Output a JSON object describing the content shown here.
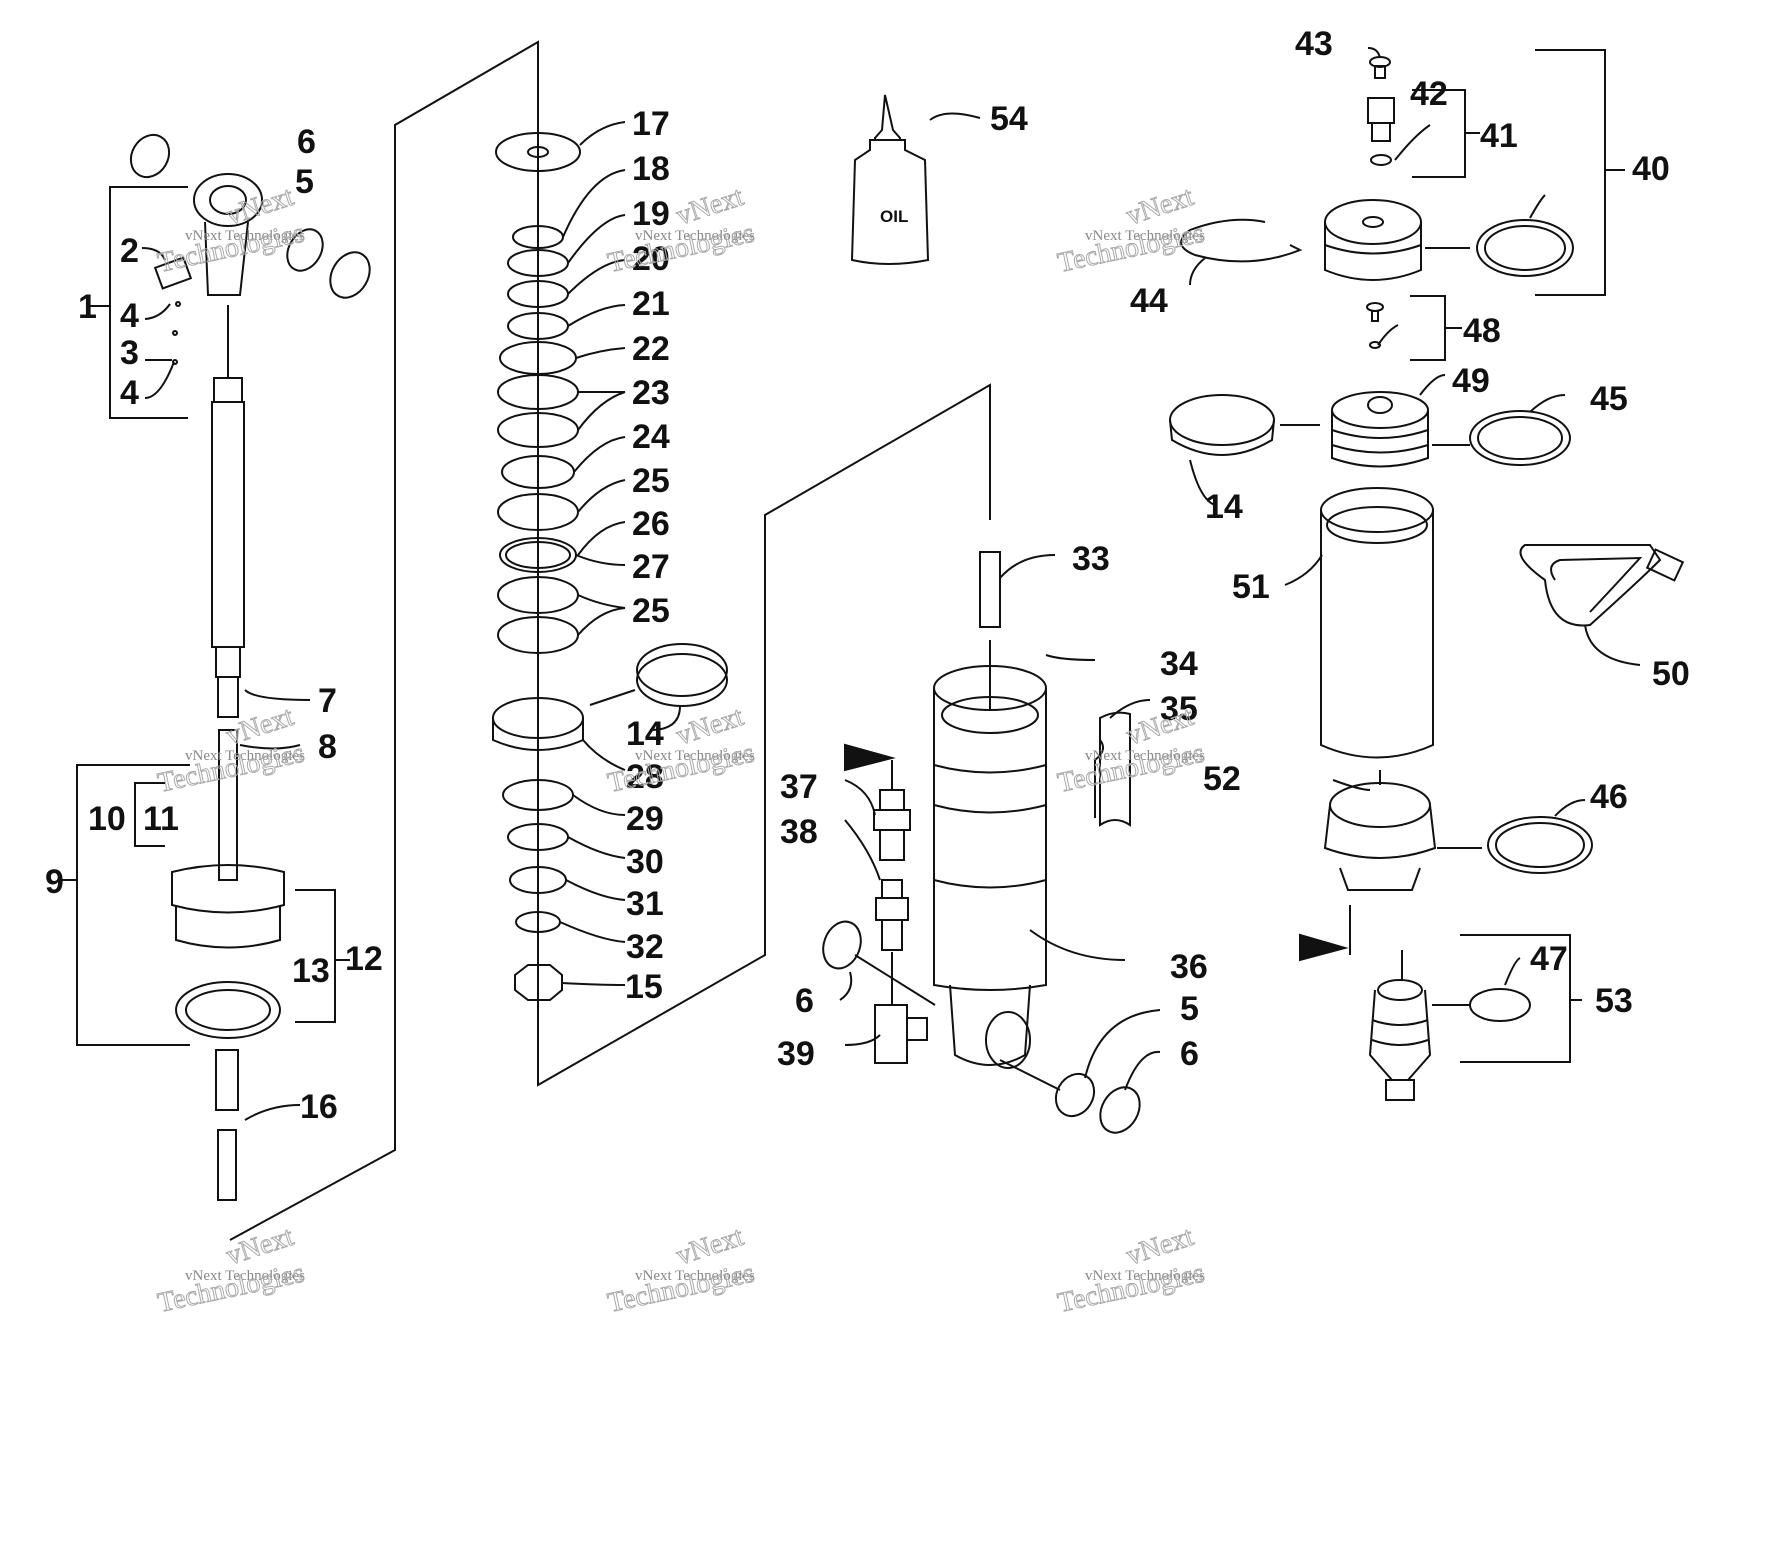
{
  "diagram": {
    "part_labels": [
      "1",
      "2",
      "3",
      "4",
      "5",
      "6",
      "7",
      "8",
      "9",
      "10",
      "11",
      "12",
      "13",
      "14",
      "15",
      "16",
      "17",
      "18",
      "19",
      "20",
      "21",
      "22",
      "23",
      "24",
      "25",
      "26",
      "27",
      "28",
      "29",
      "30",
      "31",
      "32",
      "33",
      "34",
      "35",
      "36",
      "37",
      "38",
      "39",
      "40",
      "41",
      "42",
      "43",
      "44",
      "45",
      "46",
      "47",
      "48",
      "49",
      "50",
      "51",
      "52",
      "53",
      "54"
    ],
    "oil_bottle_label": "OIL",
    "watermark_text": "vNext Technologies",
    "watermark_small": "vNext Technologies",
    "watermark_large": "Technologies",
    "watermark_top": "vNext"
  }
}
